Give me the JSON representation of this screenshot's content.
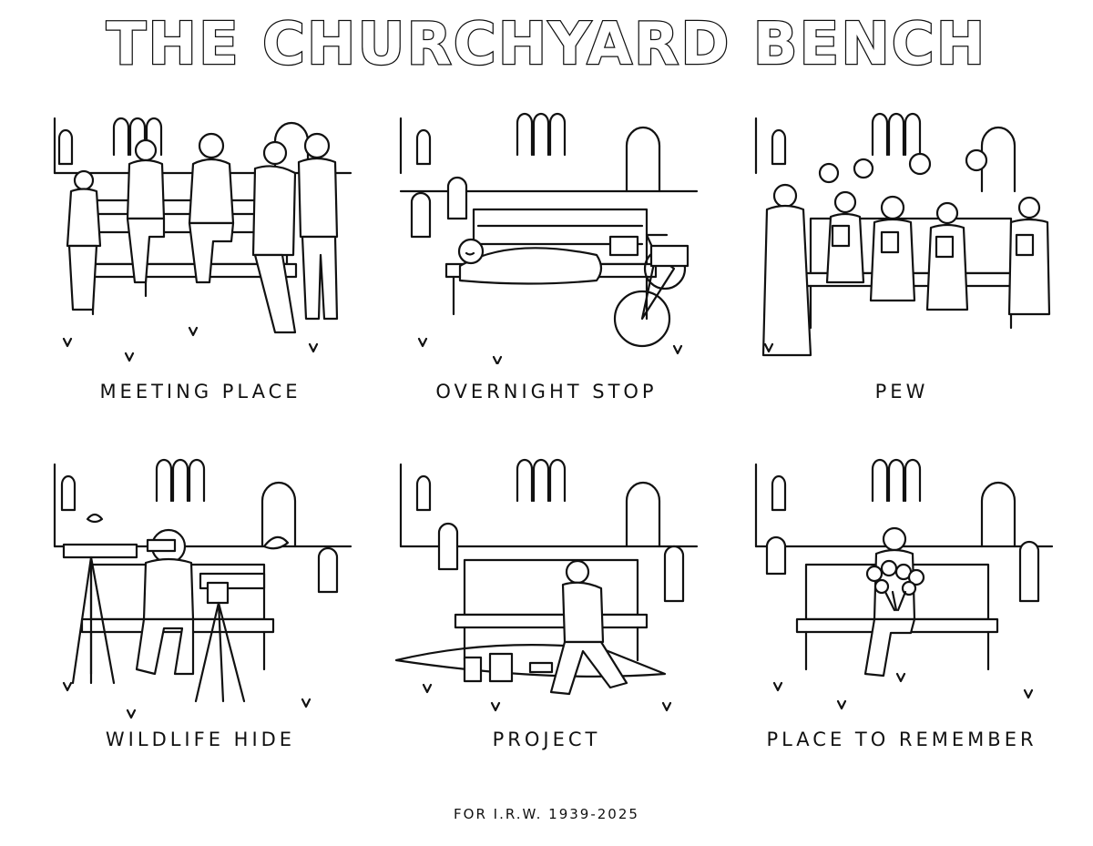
{
  "title": "THE CHURCHYARD BENCH",
  "panels": [
    {
      "caption": "MEETING PLACE"
    },
    {
      "caption": "OVERNIGHT STOP"
    },
    {
      "caption": "PEW"
    },
    {
      "caption": "WILDLIFE HIDE"
    },
    {
      "caption": "PROJECT"
    },
    {
      "caption": "PLACE TO REMEMBER"
    }
  ],
  "footer": "FOR I.R.W. 1939-2025"
}
